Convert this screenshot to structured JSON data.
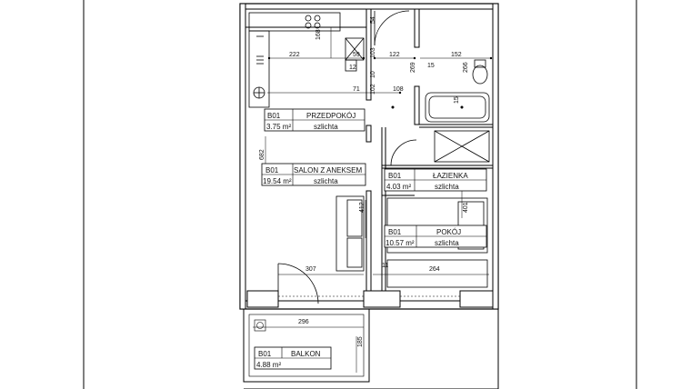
{
  "rooms": [
    {
      "code": "B01",
      "name": "PRZEDPOKÓJ",
      "area": "3.75 m²",
      "floor": "szlichta"
    },
    {
      "code": "B01",
      "name": "SALON Z ANEKSEM",
      "area": "19.54 m²",
      "floor": "szlichta"
    },
    {
      "code": "B01",
      "name": "ŁAZIENKA",
      "area": "4.03 m²",
      "floor": "szlichta"
    },
    {
      "code": "B01",
      "name": "POKÓJ",
      "area": "10.57 m²",
      "floor": "szlichta"
    },
    {
      "code": "B01",
      "name": "BALKON",
      "area": "4.88 m²",
      "floor": ""
    }
  ],
  "dimensions": {
    "d222": "222",
    "d168": "168",
    "d59": "59",
    "d54": "54",
    "d103": "103",
    "d122": "122",
    "d269": "269",
    "d152": "152",
    "d15a": "15",
    "d266": "266",
    "d12": "12",
    "d10": "10",
    "d102": "102",
    "d71": "71",
    "d108": "108",
    "d15b": "15",
    "d682": "682",
    "d412": "412",
    "d401": "401",
    "d307": "307",
    "d11": "11",
    "d264": "264",
    "d296": "296",
    "d185": "185"
  }
}
